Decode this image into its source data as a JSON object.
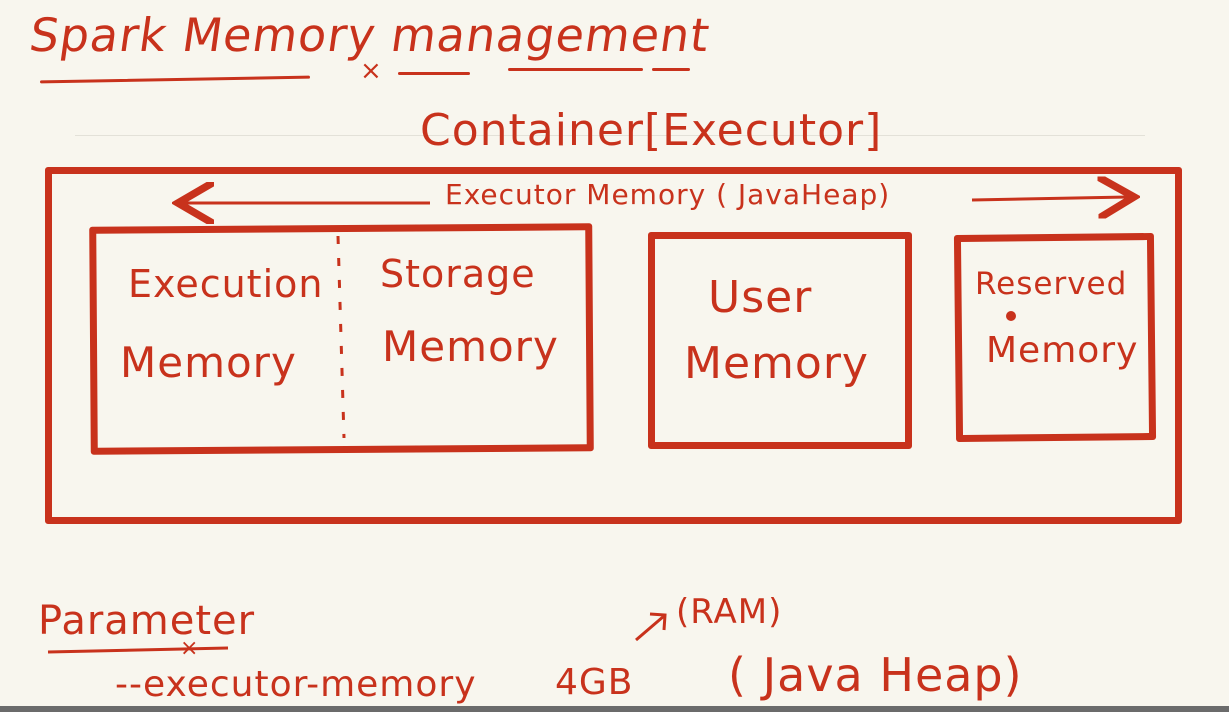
{
  "title": "Spark Memory management",
  "container_label": "Container[Executor]",
  "executor_memory_label": "Executor Memory ( JavaHeap)",
  "boxes": {
    "execution": [
      "Execution",
      "Memory"
    ],
    "storage": [
      "Storage",
      "Memory"
    ],
    "user": [
      "User",
      "Memory"
    ],
    "reserved": [
      "Reserved",
      "Memory"
    ]
  },
  "parameter": {
    "heading": "Parameter",
    "ram_note": "(RAM)",
    "flag": "--executor-memory",
    "value": "4GB",
    "heap_note": "( Java Heap)"
  },
  "colors": {
    "ink": "#c8321c",
    "paper": "#f8f6ee"
  }
}
